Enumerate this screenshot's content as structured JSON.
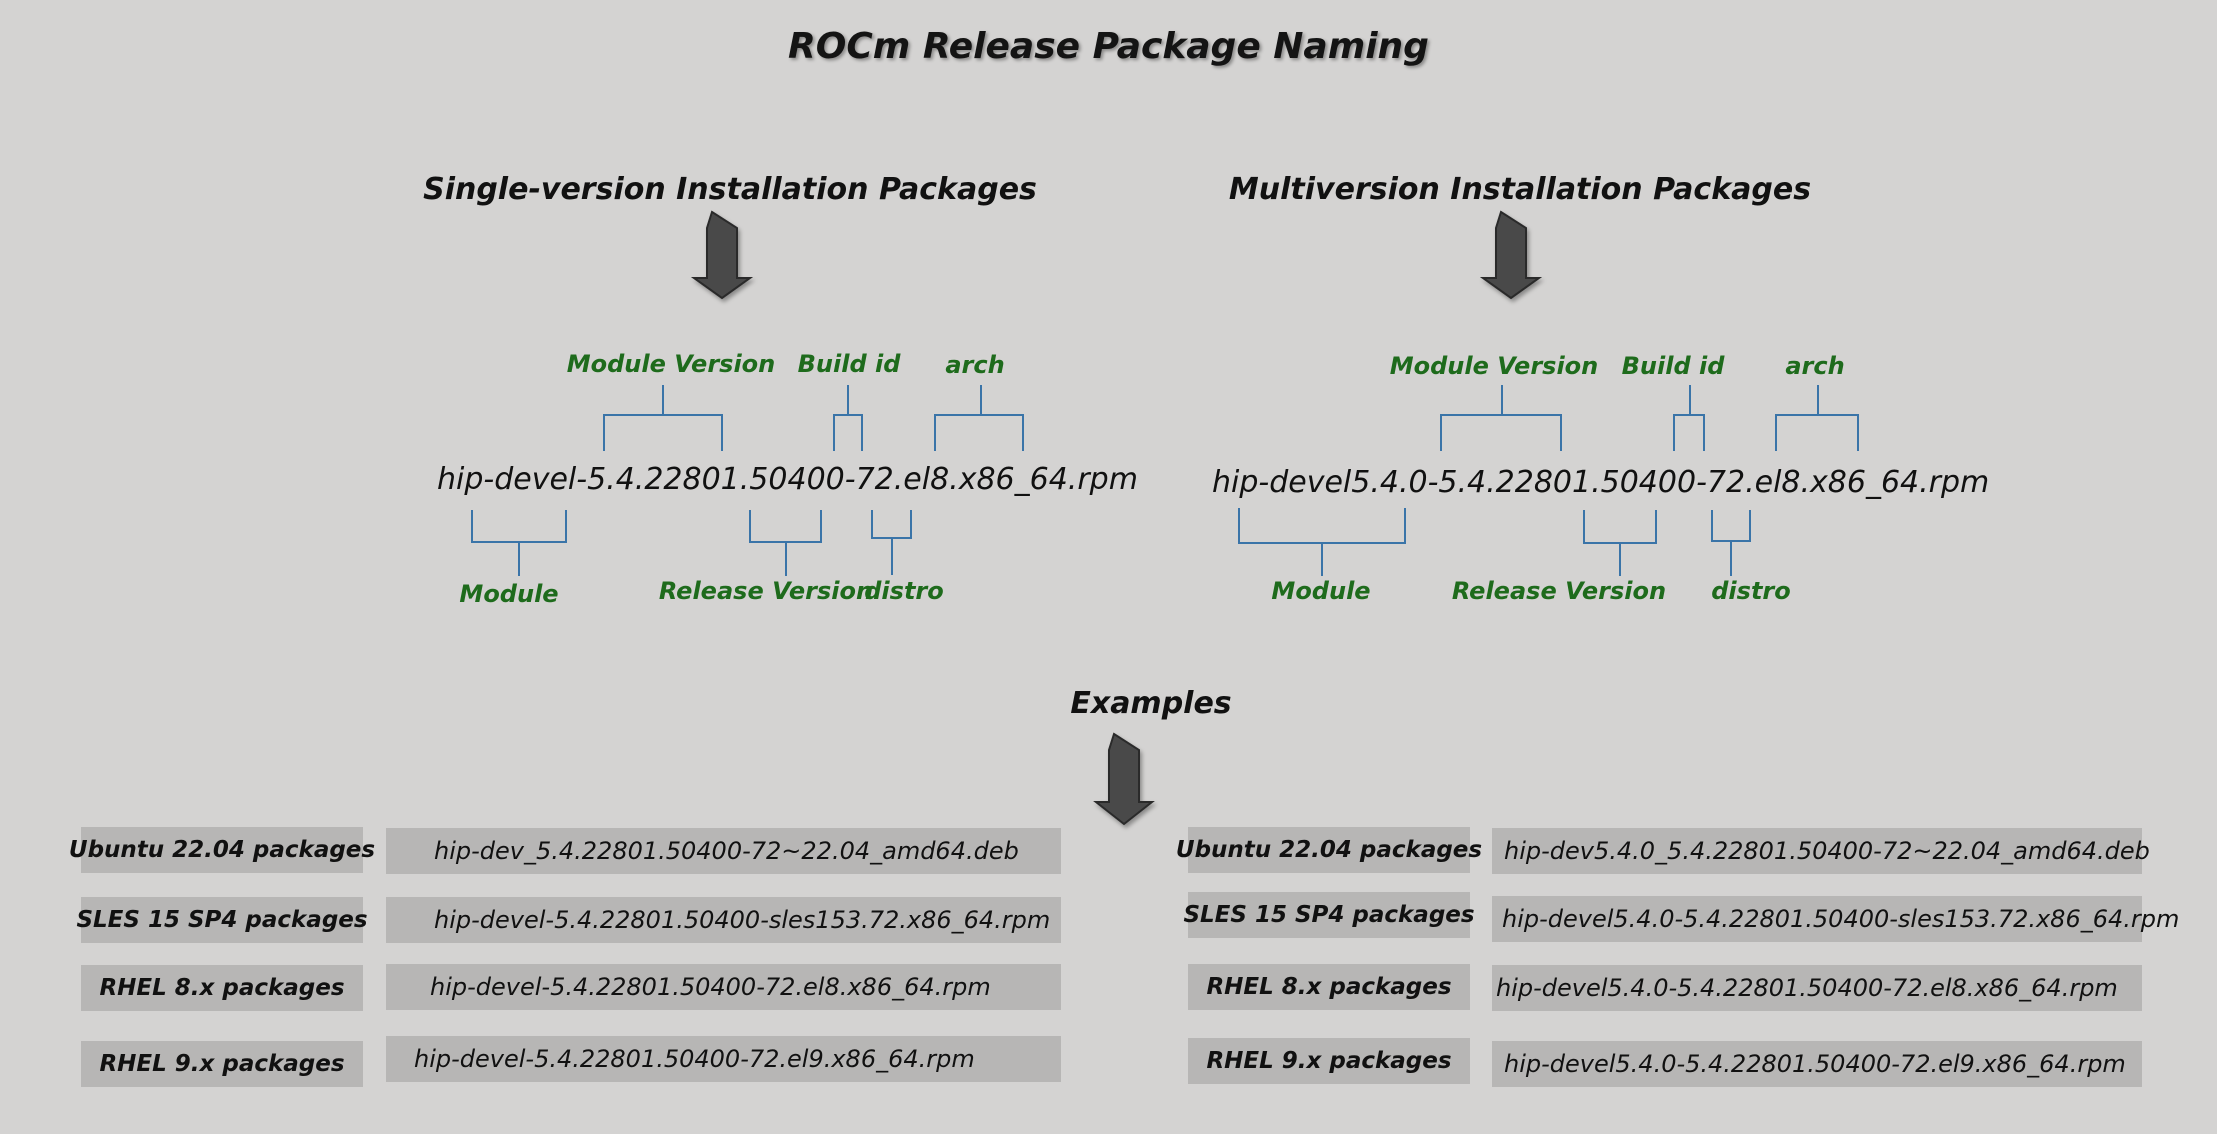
{
  "title": "ROCm Release Package Naming",
  "single": {
    "heading": "Single-version Installation Packages",
    "package": "hip-devel-5.4.22801.50400-72.el8.x86_64.rpm",
    "labels": {
      "module_version": "Module Version",
      "build_id": "Build id",
      "arch": "arch",
      "module": "Module",
      "release_version": "Release Version",
      "distro": "distro"
    }
  },
  "multi": {
    "heading": "Multiversion Installation Packages",
    "package": "hip-devel5.4.0-5.4.22801.50400-72.el8.x86_64.rpm",
    "labels": {
      "module_version": "Module Version",
      "build_id": "Build id",
      "arch": "arch",
      "module": "Module",
      "release_version": "Release Version",
      "distro": "distro"
    }
  },
  "examples": {
    "heading": "Examples",
    "left": [
      {
        "label": "Ubuntu 22.04 packages",
        "value": "hip-dev_5.4.22801.50400-72~22.04_amd64.deb"
      },
      {
        "label": "SLES 15 SP4 packages",
        "value": "hip-devel-5.4.22801.50400-sles153.72.x86_64.rpm"
      },
      {
        "label": "RHEL 8.x packages",
        "value": "hip-devel-5.4.22801.50400-72.el8.x86_64.rpm"
      },
      {
        "label": "RHEL 9.x packages",
        "value": "hip-devel-5.4.22801.50400-72.el9.x86_64.rpm"
      }
    ],
    "right": [
      {
        "label": "Ubuntu 22.04 packages",
        "value": "hip-dev5.4.0_5.4.22801.50400-72~22.04_amd64.deb"
      },
      {
        "label": "SLES 15 SP4 packages",
        "value": "hip-devel5.4.0-5.4.22801.50400-sles153.72.x86_64.rpm"
      },
      {
        "label": "RHEL 8.x packages",
        "value": "hip-devel5.4.0-5.4.22801.50400-72.el8.x86_64.rpm"
      },
      {
        "label": "RHEL 9.x packages",
        "value": "hip-devel5.4.0-5.4.22801.50400-72.el9.x86_64.rpm"
      }
    ]
  },
  "colors": {
    "background": "#d4d3d2",
    "label_green": "#1e6b1c",
    "bracket_blue": "#3a74a8",
    "arrow_fill": "#4a4a4a",
    "box_fill": "#b7b6b5"
  }
}
